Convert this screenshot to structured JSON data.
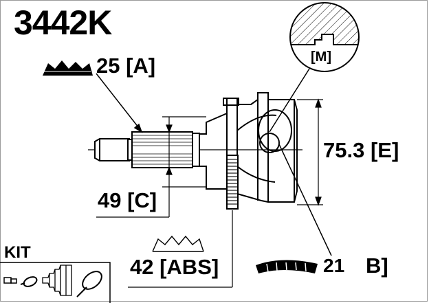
{
  "part_number": "3442K",
  "dimensions": {
    "a": "25 [A]",
    "c": "49 [C]",
    "e": "75.3 [E]",
    "abs": "42 [ABS]",
    "b_value": "21",
    "b_letter": "B]",
    "m": "[M]"
  },
  "kit_label": "KIT",
  "colors": {
    "ink": "#000000",
    "background": "#ffffff",
    "frame": "#9a9a9a"
  }
}
